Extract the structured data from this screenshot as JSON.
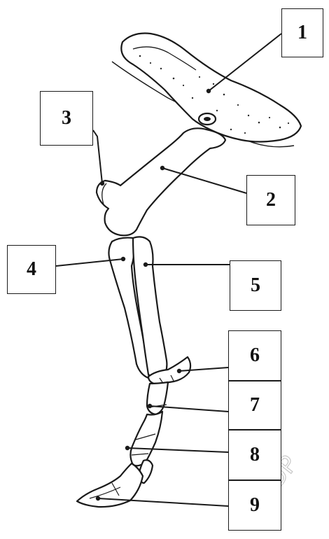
{
  "labels": [
    "1",
    "2",
    "3",
    "4",
    "5",
    "6",
    "7",
    "8",
    "9"
  ],
  "watermark": "SBDP"
}
